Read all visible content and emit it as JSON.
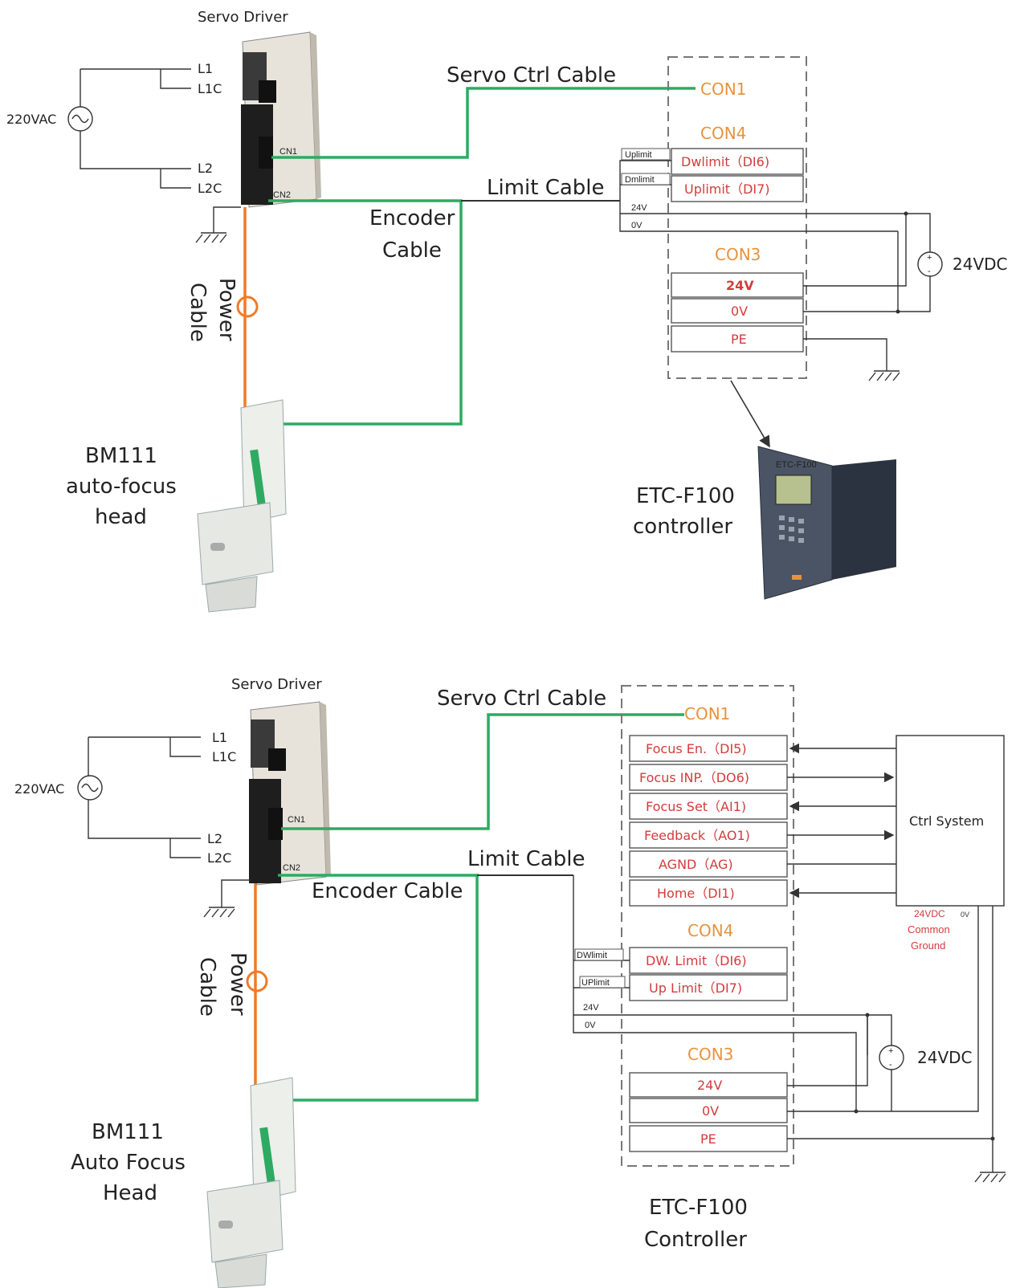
{
  "top": {
    "servo_driver": "Servo Driver",
    "l1": "L1",
    "l1c": "L1C",
    "l2": "L2",
    "l2c": "L2C",
    "vac": "220VAC",
    "con1_driver": "CN1",
    "con2_driver": "CN2",
    "servo_ctrl_cable": "Servo Ctrl Cable",
    "limit_cable": "Limit Cable",
    "encoder_line1": "Encoder",
    "encoder_line2": "Cable",
    "power_line1": "Power",
    "power_line2": "Cable",
    "con1": "CON1",
    "con4": "CON4",
    "con3": "CON3",
    "dwlimit": "Dwlimit（DI6)",
    "uplimit": "Uplimit（DI7)",
    "uplimit_wire": "Uplimit",
    "dwlimit_wire": "Dmlimit",
    "w24v": "24V",
    "w0v": "0V",
    "con3_24v": "24V",
    "con3_0v": "0V",
    "con3_pe": "PE",
    "vdc": "24VDC",
    "head_line1": "BM111",
    "head_line2": "auto-focus",
    "head_line3": "head",
    "ctrl_line1": "ETC-F100",
    "ctrl_line2": "controller",
    "device_model": "ETC-F100"
  },
  "bottom": {
    "servo_driver": "Servo Driver",
    "l1": "L1",
    "l1c": "L1C",
    "l2": "L2",
    "l2c": "L2C",
    "vac": "220VAC",
    "con1_driver": "CN1",
    "con2_driver": "CN2",
    "servo_ctrl_cable": "Servo Ctrl Cable",
    "limit_cable": "Limit Cable",
    "encoder_cable": "Encoder Cable",
    "power_line1": "Power",
    "power_line2": "Cable",
    "con1": "CON1",
    "con4": "CON4",
    "con3": "CON3",
    "con1_rows": [
      "Focus En.（DI5)",
      "Focus INP.（DO6)",
      "Focus Set（AI1)",
      "Feedback（AO1)",
      "AGND（AG)",
      "Home（DI1)"
    ],
    "dwlimit": "DW. Limit（DI6)",
    "uplimit": "Up Limit（DI7)",
    "dwlimit_wire": "DWlimit",
    "uplimit_wire": "UPlimit",
    "w24v": "24V",
    "w0v": "0V",
    "con3_24v": "24V",
    "con3_0v": "0V",
    "con3_pe": "PE",
    "ctrl_system": "Ctrl System",
    "common_line1": "24VDC",
    "common_0v": "0V",
    "common_line2": "Common",
    "common_line3": "Ground",
    "vdc": "24VDC",
    "head_line1": "BM111",
    "head_line2": "Auto Focus",
    "head_line3": "Head",
    "ctrl_line1": "ETC-F100",
    "ctrl_line2": "Controller"
  },
  "colors": {
    "green_cable": "#2eaa63",
    "orange_cable": "#f07a28",
    "con_label": "#e8923c",
    "signal_text": "#d23c3c"
  }
}
